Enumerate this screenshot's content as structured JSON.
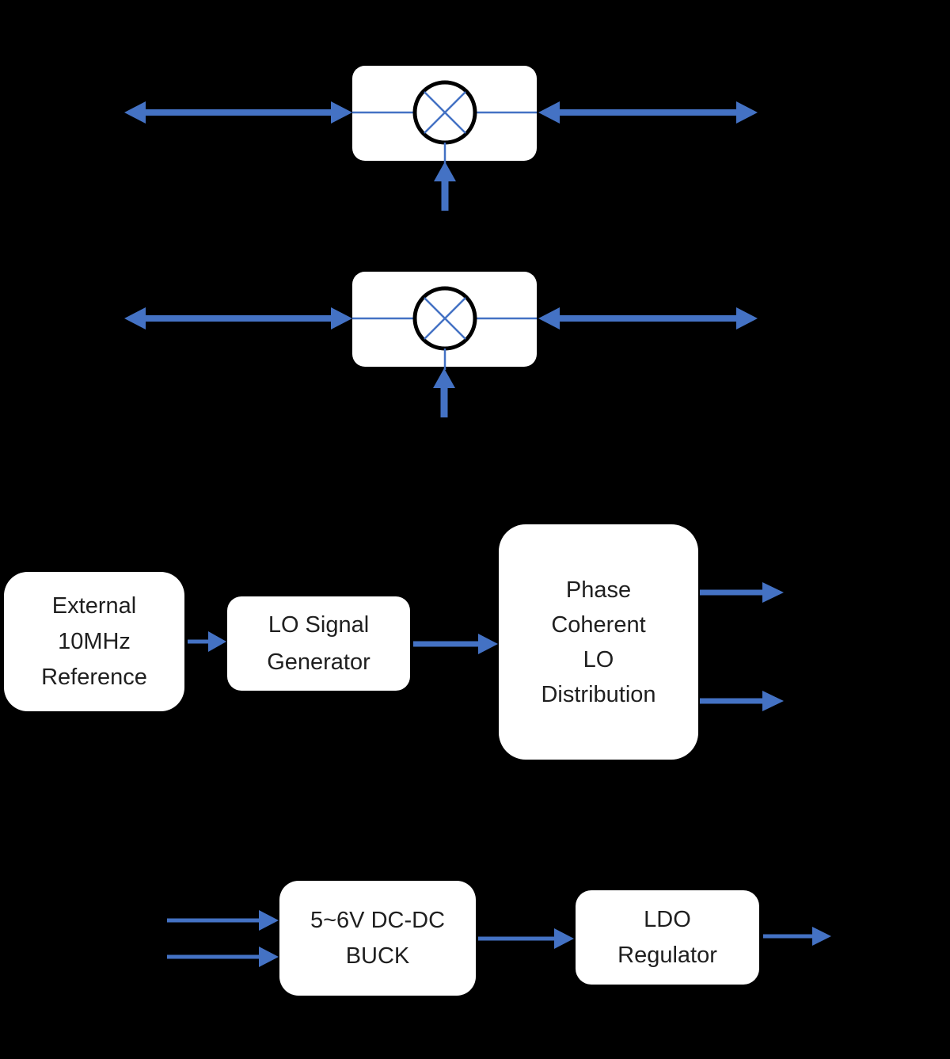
{
  "colors": {
    "background": "#000000",
    "accent": "#4472C4",
    "box_fill": "#ffffff",
    "text": "#1f1f1f",
    "mixer_circle_stroke": "#000000"
  },
  "icons": {
    "mixer": "mixer-crossed-circle-icon",
    "arrow": "block-arrow-icon"
  },
  "blocks": {
    "external_ref": {
      "lines": [
        "External",
        "10MHz",
        "Reference"
      ]
    },
    "lo_signal_generator": {
      "lines": [
        "LO Signal",
        "Generator"
      ]
    },
    "phase_coherent_lo_distribution": {
      "lines": [
        "Phase",
        "Coherent",
        "LO",
        "Distribution"
      ]
    },
    "dcdc_buck": {
      "lines": [
        "5~6V DC-DC",
        "BUCK"
      ]
    },
    "ldo_regulator": {
      "lines": [
        "LDO",
        "Regulator"
      ]
    }
  }
}
